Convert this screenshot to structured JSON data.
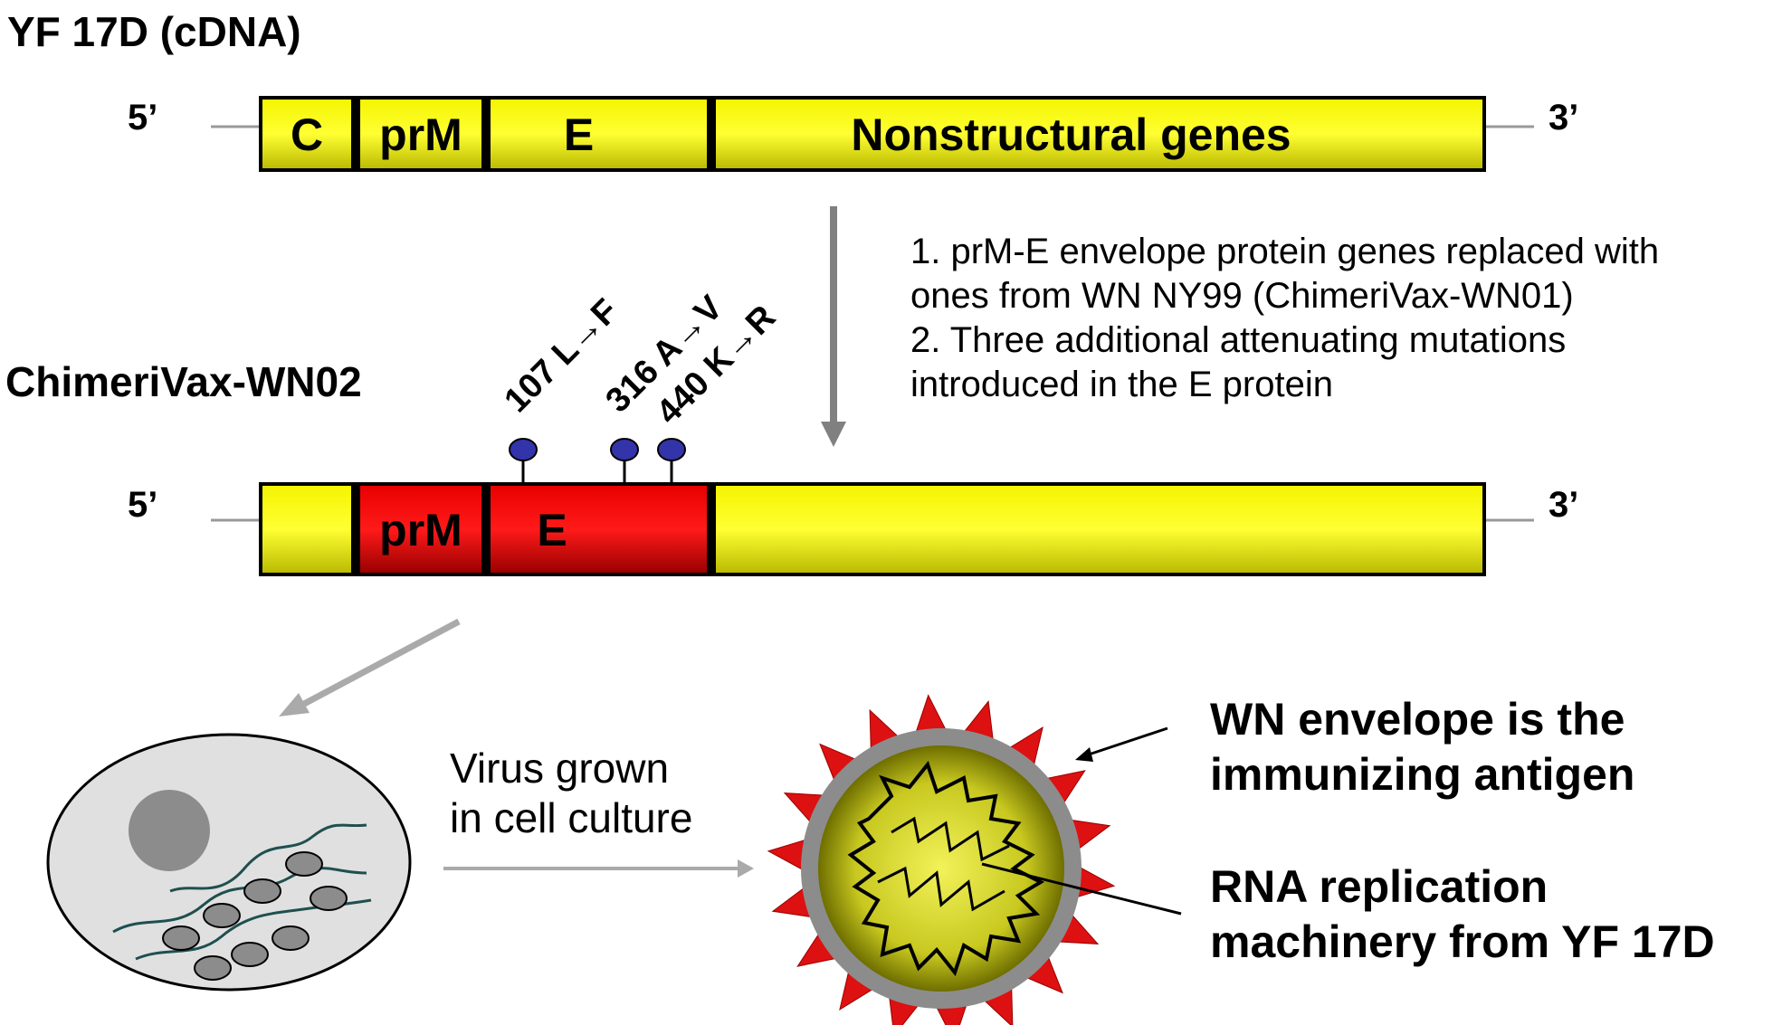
{
  "top_construct": {
    "title": "YF 17D (cDNA)",
    "five_prime": "5’",
    "three_prime": "3’",
    "genes": [
      "C",
      "prM",
      "E",
      "Nonstructural genes"
    ]
  },
  "bottom_construct": {
    "title": "ChimeriVax-WN02",
    "five_prime": "5’",
    "three_prime": "3’",
    "genes": [
      "prM",
      "E"
    ],
    "mutations": [
      "107 L→F",
      "316 A→V",
      "440 K→R"
    ]
  },
  "steps": {
    "line1": "1. prM-E envelope protein genes replaced with",
    "line2": "ones from WN NY99 (ChimeriVax-WN01)",
    "line3": "2. Three additional attenuating mutations",
    "line4": "introduced in the E protein"
  },
  "culture": {
    "line1": "Virus grown",
    "line2": "in cell culture"
  },
  "labels": {
    "envelope_line1": "WN envelope is the",
    "envelope_line2": "immunizing antigen",
    "rna_line1": "RNA replication",
    "rna_line2": "machinery from YF 17D"
  },
  "colors": {
    "yellow_gene": "#ffff00",
    "red_gene": "#ff0000",
    "mutation_marker": "#3333aa",
    "arrow_gray": "#808080"
  }
}
